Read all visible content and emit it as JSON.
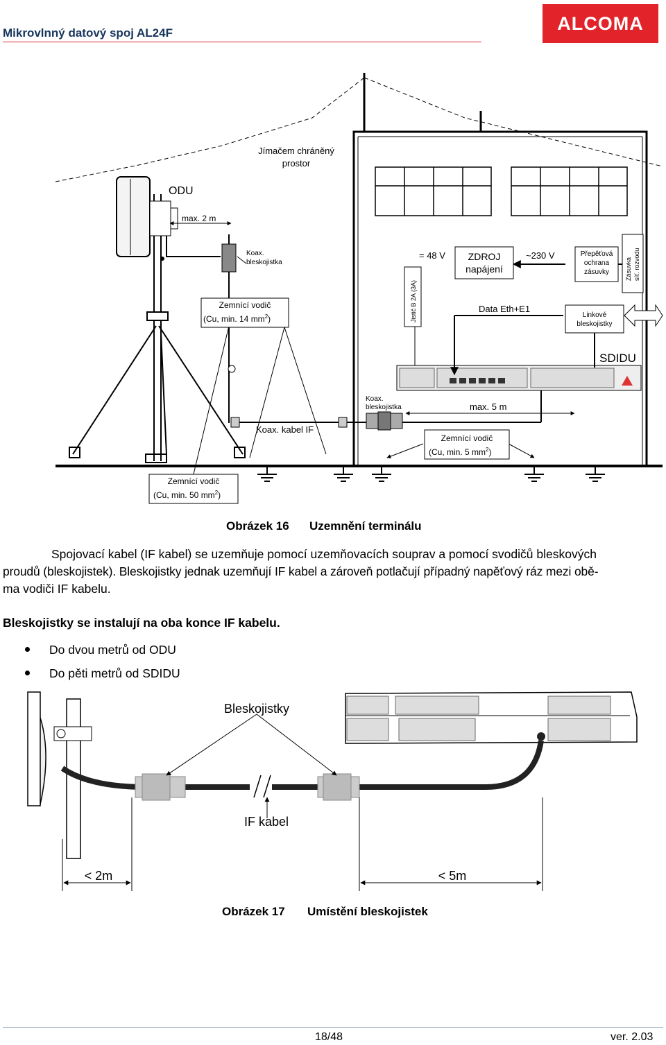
{
  "header": {
    "title": "Mikrovlnný datový spoj AL24F",
    "logo_text": "ALCOMA"
  },
  "figure16": {
    "labels": {
      "protected_space_1": "Jímačem chráněný",
      "protected_space_2": "prostor",
      "odu": "ODU",
      "max2m": "max. 2 m",
      "koax_1": "Koax.",
      "koax_2": "bleskojistka",
      "ground_wire": "Zemnící vodič",
      "cu14": "(Cu,  min. 14 mm",
      "cu5": "(Cu,  min. 5 mm",
      "cu50": "(Cu,  min. 50 mm",
      "sq_sup": "2",
      "close_paren": ")",
      "v48": "= 48 V",
      "zdroj_1": "ZDROJ",
      "zdroj_2": "napájení",
      "v230": "~230 V",
      "prepetova_1": "Přepěťová",
      "prepetova_2": "ochrana",
      "prepetova_3": "zásuvky",
      "zasuvka_1": "Zásuvka",
      "zasuvka_2": "síť. rozvodu",
      "jistic": "Jistič B 2A (3A)",
      "data_eth": "Data Eth+E1",
      "linkove_1": "Linkové",
      "linkove_2": "bleskojistky",
      "sdidu": "SDIDU",
      "max5m": "max. 5 m",
      "koax_kabel": "Koax. kabel IF"
    },
    "caption_num": "Obrázek 16",
    "caption_text": "Uzemnění terminálu"
  },
  "paragraph": {
    "line1": "Spojovací kabel (IF kabel) se uzemňuje pomocí uzemňovacích souprav a pomocí svodičů bleskových",
    "line2": "proudů (bleskojistek). Bleskojistky jednak uzemňují IF kabel a zároveň potlačují případný napěťový ráz mezi obě-",
    "line3": "ma vodiči IF kabelu."
  },
  "bold_line": "Bleskojistky se instalují na oba konce IF kabelu.",
  "bullets": [
    "Do dvou metrů od ODU",
    "Do pěti metrů od SDIDU"
  ],
  "figure17": {
    "labels": {
      "bleskojistky": "Bleskojistky",
      "if_kabel": "IF kabel",
      "lt2m": "< 2m",
      "lt5m": "< 5m"
    },
    "caption_num": "Obrázek 17",
    "caption_text": "Umístění bleskojistek"
  },
  "footer": {
    "page": "18/48",
    "version": "ver. 2.03"
  }
}
